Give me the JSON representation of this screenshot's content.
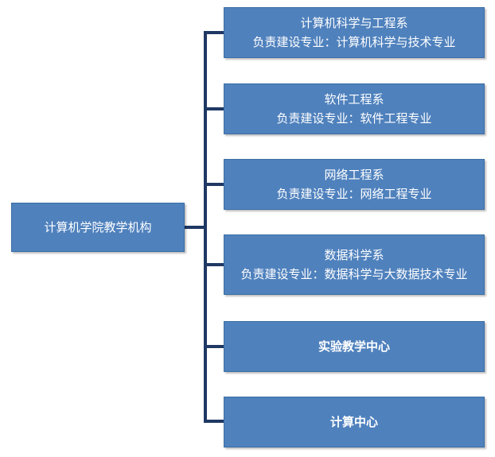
{
  "root": {
    "label": "计算机学院教学机构"
  },
  "children": [
    {
      "title": "计算机科学与工程系",
      "subtitle": "负责建设专业：计算机科学与技术专业"
    },
    {
      "title": "软件工程系",
      "subtitle": "负责建设专业：软件工程专业"
    },
    {
      "title": "网络工程系",
      "subtitle": "负责建设专业：网络工程专业"
    },
    {
      "title": "数据科学系",
      "subtitle": "负责建设专业：数据科学与大数据技术专业"
    },
    {
      "title": "实验教学中心"
    },
    {
      "title": "计算中心"
    }
  ],
  "colors": {
    "box_fill": "#4f81bd",
    "connector": "#1f3864",
    "text": "#ffffff"
  }
}
